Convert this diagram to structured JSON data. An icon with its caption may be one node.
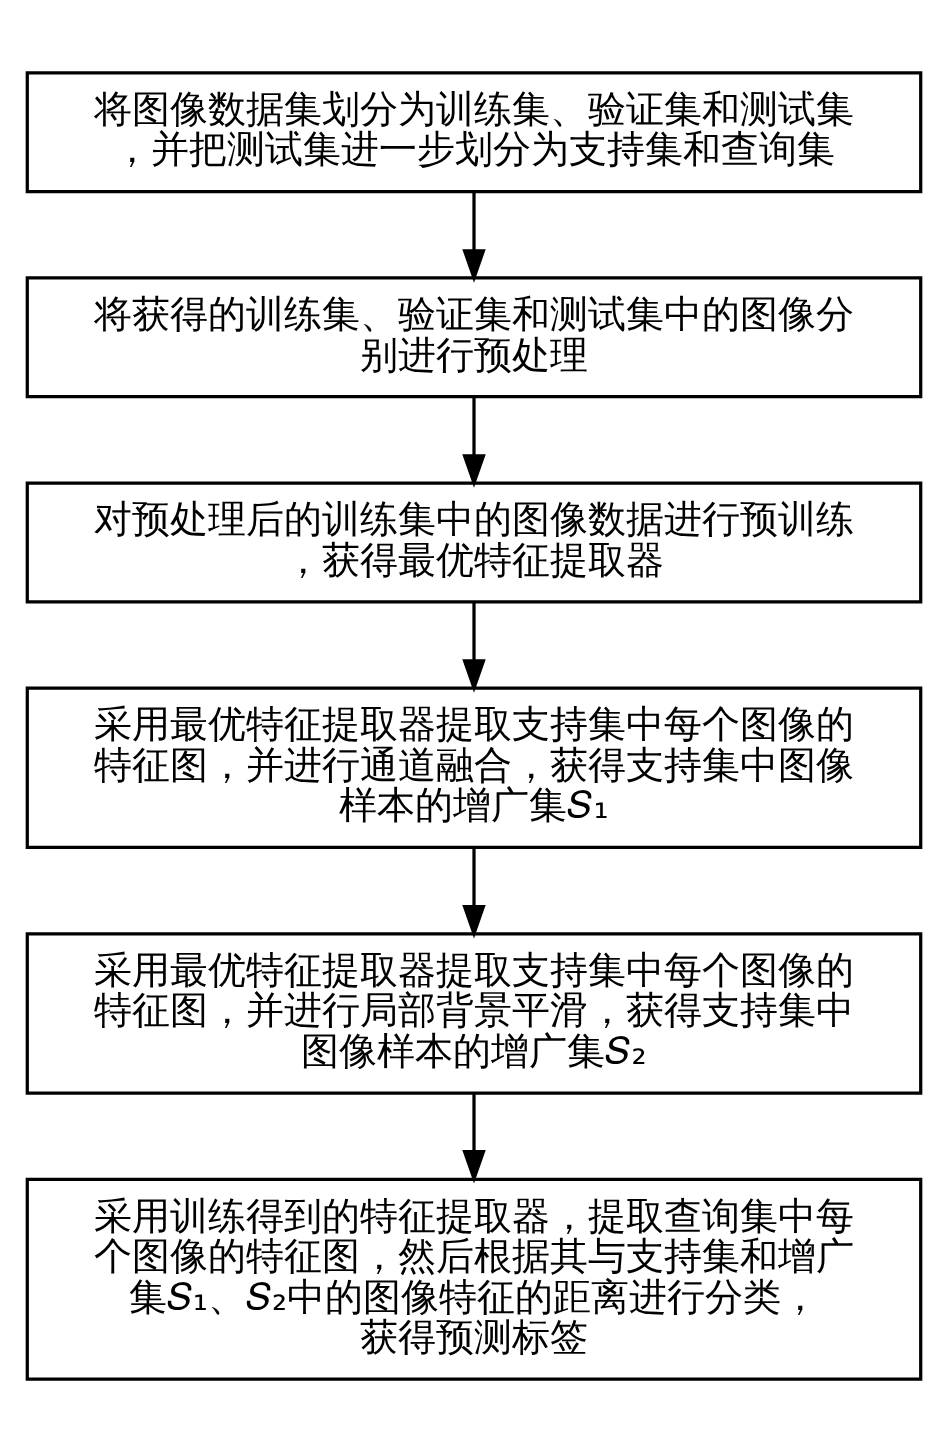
{
  "diagram": {
    "nodes": [
      {
        "text": [
          "将图像数据集划分为训练集、验证集和测试集，并把测试集进一步划分为支持集和查询集"
        ]
      },
      {
        "text": [
          "将获得的训练集、验证集和测试集中的图像分别进行预处理"
        ]
      },
      {
        "text": [
          "对预处理后的训练集中的图像数据进行预训练，获得最优特征提取器"
        ]
      },
      {
        "text": [
          "采用最优特征提取器提取支持集中每个图像的特征图，并进行通道融合，获得支持集中图像样本的增广集𝑆₁"
        ]
      },
      {
        "text": [
          "采用最优特征提取器提取支持集中每个图像的特征图，并进行局部背景平滑，获得支持集中图像样本的增广集𝑆₂"
        ]
      },
      {
        "text": [
          "采用训练得到的特征提取器，提取查询集中每个图像的特征图，然后根据其与支持集和增广集𝑆₁、𝑆₂中的图像特征的距离进行分类，获得预测标签"
        ]
      }
    ],
    "edges": [
      {
        "from": 0,
        "to": 1,
        "arrow": "to"
      },
      {
        "from": 1,
        "to": 2,
        "arrow": "to"
      },
      {
        "from": 2,
        "to": 3,
        "arrow": "to"
      },
      {
        "from": 3,
        "to": 4,
        "arrow": "to"
      },
      {
        "from": 4,
        "to": 5,
        "arrow": "to"
      }
    ]
  }
}
